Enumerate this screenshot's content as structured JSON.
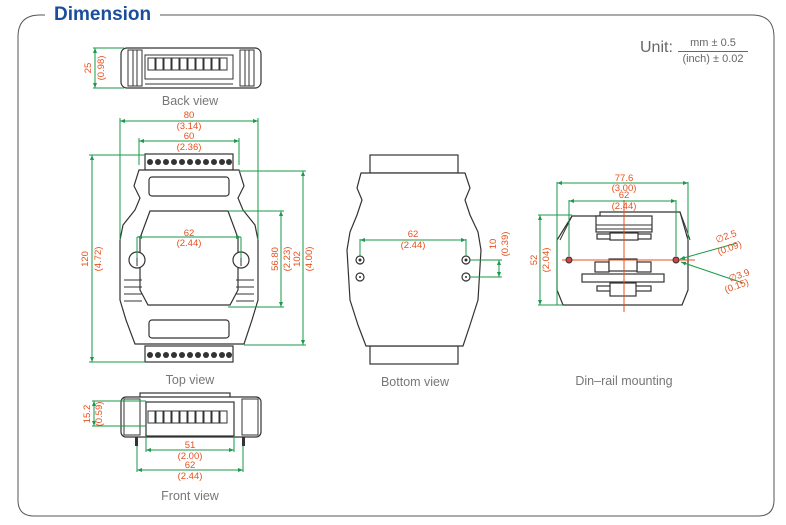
{
  "title": "Dimension",
  "unit": {
    "label": "Unit:",
    "numerator": "mm ± 0.5",
    "denominator": "(inch) ± 0.02"
  },
  "colors": {
    "title": "#1a4e9c",
    "dimension_text": "#e8501e",
    "dimension_line": "#1a9a4a",
    "outline": "#333333"
  },
  "views": {
    "back": {
      "label": "Back view",
      "dims": {
        "height_mm": "25",
        "height_in": "(0.98)"
      }
    },
    "top": {
      "label": "Top view",
      "dims": {
        "width_mm": "80",
        "width_in": "(3.14)",
        "terminal_mm": "60",
        "terminal_in": "(2.36)",
        "hole_spacing_mm": "62",
        "hole_spacing_in": "(2.44)",
        "length_mm": "120",
        "length_in": "(4.72)",
        "inner_mm": "56.80",
        "inner_in": "(2.23)",
        "body_mm": "102",
        "body_in": "(4.00)"
      }
    },
    "bottom": {
      "label": "Bottom view",
      "dims": {
        "hole_spacing_mm": "62",
        "hole_spacing_in": "(2.44)",
        "hole_offset_mm": "10",
        "hole_offset_in": "(0.39)"
      }
    },
    "din": {
      "label": "Din–rail mounting",
      "dims": {
        "width_mm": "77.6",
        "width_in": "(3.00)",
        "hole_spacing_mm": "62",
        "hole_spacing_in": "(2.44)",
        "height_mm": "52",
        "height_in": "(2.04)",
        "d1_mm": "∅2.5",
        "d1_in": "(0.09)",
        "d2_mm": "∅3.9",
        "d2_in": "(0.15)"
      }
    },
    "front": {
      "label": "Front view",
      "dims": {
        "height_mm": "15.2",
        "height_in": "(0.59)",
        "inner_mm": "51",
        "inner_in": "(2.00)",
        "outer_mm": "62",
        "outer_in": "(2.44)"
      }
    }
  }
}
